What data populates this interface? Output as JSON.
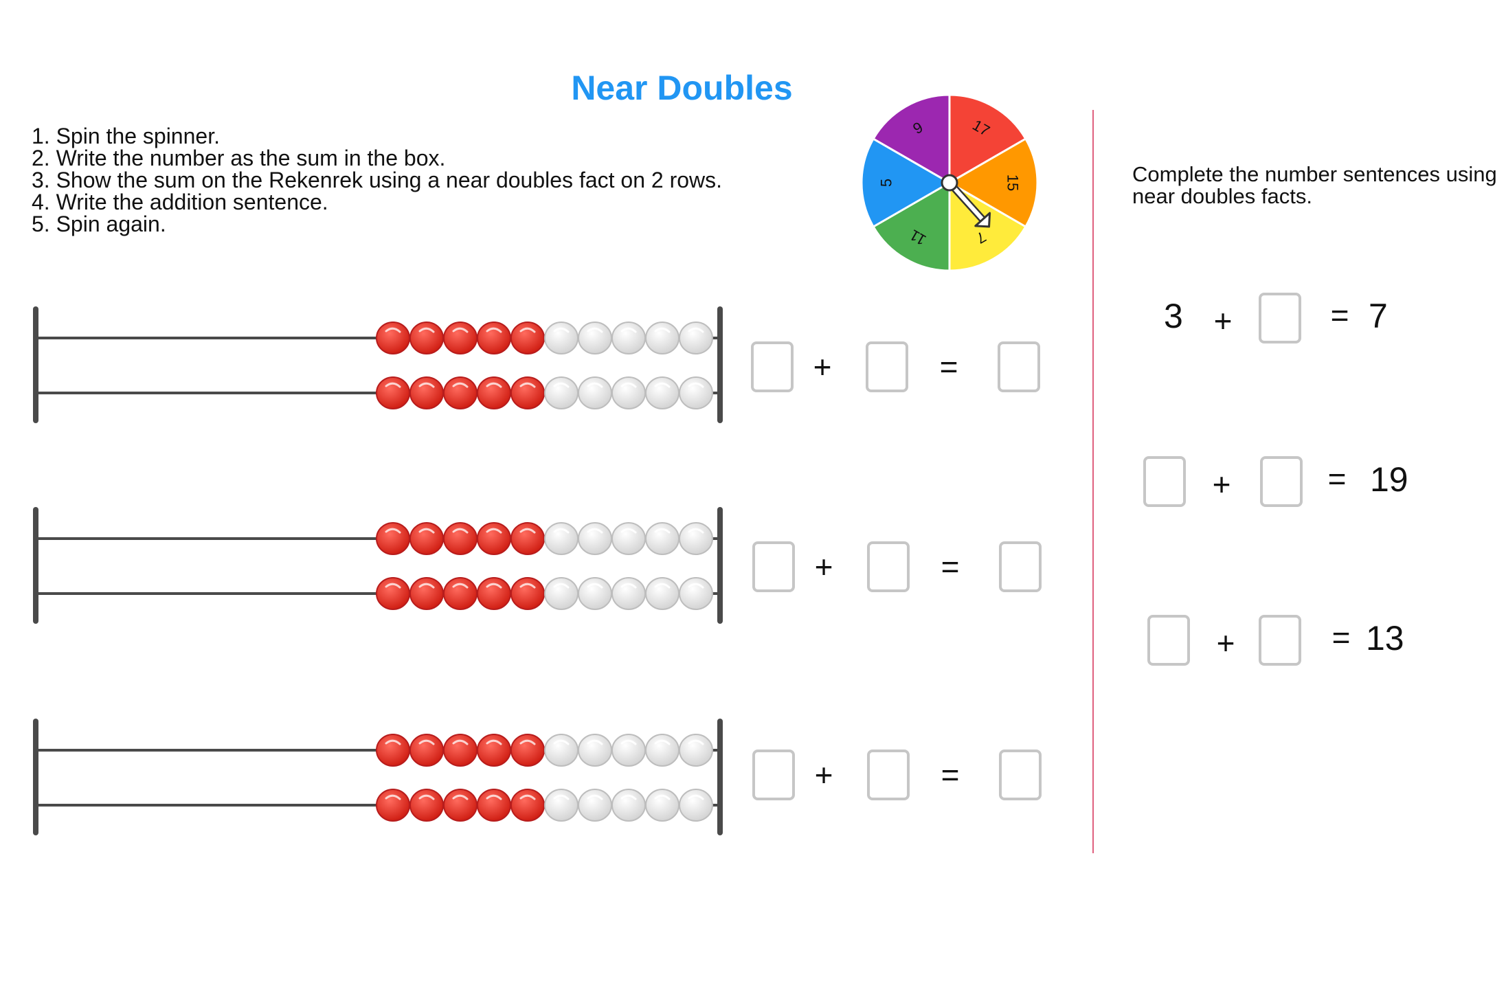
{
  "title": "Near Doubles",
  "instructions": [
    "1. Spin the spinner.",
    "2. Write the number as the sum in the box.",
    "3. Show the sum on the Rekenrek using a near doubles fact on 2 rows.",
    "4. Write the addition sentence.",
    "5. Spin again."
  ],
  "spinner": {
    "sections": [
      {
        "label": "17",
        "color": "#f44336"
      },
      {
        "label": "15",
        "color": "#ff9800"
      },
      {
        "label": "7",
        "color": "#ffeb3b"
      },
      {
        "label": "11",
        "color": "#4caf50"
      },
      {
        "label": "5",
        "color": "#2196f3"
      },
      {
        "label": "9",
        "color": "#9c27b0"
      }
    ],
    "pointing_to": "7"
  },
  "rekenrek": {
    "rows_per_frame": 2,
    "beads_per_row": 10,
    "red_beads_per_row": 5,
    "colors": {
      "red": "#e53935",
      "white": "#eeeeee",
      "frame": "#4a4a4a"
    }
  },
  "left_sentences": [
    {
      "plus": "+",
      "equals": "="
    },
    {
      "plus": "+",
      "equals": "="
    },
    {
      "plus": "+",
      "equals": "="
    }
  ],
  "right_instructions": "Complete the number sentences using near doubles facts.",
  "right_sentences": [
    {
      "first": "3",
      "plus": "+",
      "equals": "=",
      "sum": "7"
    },
    {
      "first": "",
      "plus": "+",
      "equals": "=",
      "sum": "19"
    },
    {
      "first": "",
      "plus": "+",
      "equals": "=",
      "sum": "13"
    }
  ]
}
